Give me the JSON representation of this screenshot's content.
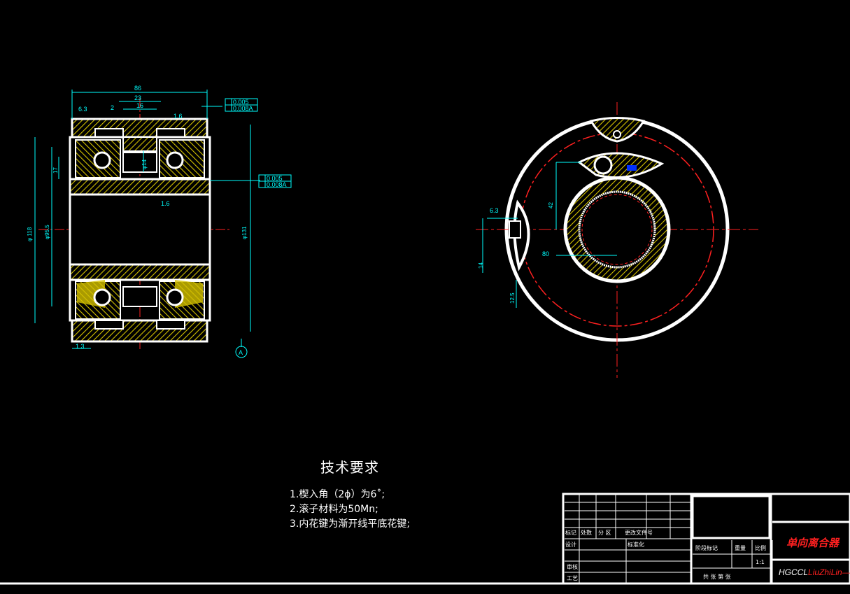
{
  "colors": {
    "background": "#000000",
    "outline": "#ffffff",
    "dimension": "#00ffff",
    "centerline": "#ff2020",
    "hatch": "#d4c200",
    "highlight": "#ffff00"
  },
  "left_view": {
    "dimensions": {
      "overall_width": "86",
      "width_23": "23",
      "width_2": "2",
      "width_16": "16",
      "chamfer_left": "6.3",
      "roughness_right": "1.6",
      "roughness_mid": "1.6",
      "dia_14": "φ14",
      "height_17": "17",
      "dia_118": "φ 118",
      "dia_95_5": "φ95.5",
      "dia_131": "φ131",
      "bottom_width": "1.3"
    },
    "tolerance_top": [
      "0.005",
      "0.008A"
    ],
    "tolerance_mid": [
      "0.005",
      "0.008A"
    ],
    "datum": "A"
  },
  "right_view": {
    "dimensions": {
      "chamfer": "6.3",
      "dim_42": "42",
      "dim_80": "80",
      "dim_14": "14",
      "dim_12_5": "12.5"
    }
  },
  "technical_requirements": {
    "title": "技术要求",
    "items": [
      "1.楔入角（2ϕ）为6˚;",
      "2.滚子材料为50Mn;",
      "3.内花键为渐开线平底花键;"
    ]
  },
  "title_block": {
    "part_name": "单向离合器",
    "drawing_code_prefix": "HGCCL",
    "drawing_code_suffix": "LiuZhiLin—",
    "labels": {
      "mark": "标记",
      "count": "处数",
      "zone": "分 区",
      "change_doc": "更改文件号",
      "design": "设计",
      "standardize": "标准化",
      "review": "审核",
      "process": "工艺",
      "stage_mark": "阶段标记",
      "weight": "重量",
      "scale_label": "比例",
      "scale_value": "1:1",
      "sheets": "共  张     第     张"
    }
  }
}
